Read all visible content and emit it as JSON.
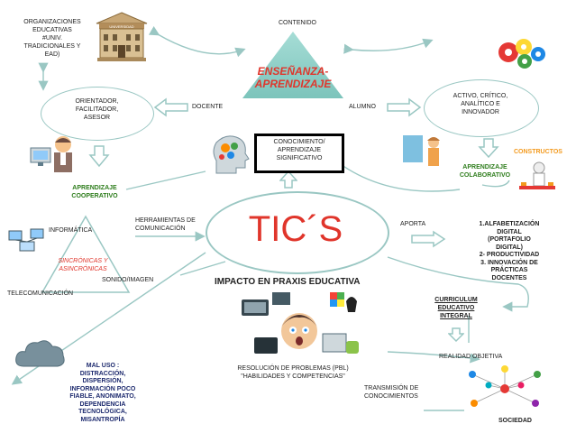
{
  "center": {
    "title": "TIC´S"
  },
  "top": {
    "contenido": "CONTENIDO",
    "ensenanza_l1": "ENSEÑANZA-",
    "ensenanza_l2": "APRENDIZAJE",
    "docente": "DOCENTE",
    "alumno": "ALUMNO"
  },
  "org": {
    "lines": [
      "ORGANIZACIONES",
      "EDUCATIVAS",
      "#UNIV.",
      "TRADICIONALES Y",
      "EAD)"
    ],
    "building_sign": "UNIVERSIDAD"
  },
  "orientador": {
    "lines": [
      "ORIENTADOR,",
      "FACILITADOR,",
      "ASESOR"
    ]
  },
  "activo": {
    "lines": [
      "ACTIVO, CRÍTICO,",
      "ANALÍTICO E",
      "INNOVADOR"
    ]
  },
  "aprendizaje_coop": {
    "lines": [
      "APRENDIZAJE",
      "COOPERATIVO"
    ]
  },
  "aprendizaje_colab": {
    "lines": [
      "APRENDIZAJE",
      "COLABORATIVO"
    ]
  },
  "constructos": "CONSTRUCTOS",
  "conocimiento": {
    "lines": [
      "CONOCIMIENTO/",
      "APRENDIZAJE",
      "SIGNIFICATIVO"
    ]
  },
  "herramientas": {
    "lines": [
      "HERRAMIENTAS DE",
      "COMUNICACIÓN"
    ]
  },
  "informatica": "INFORMÁTICA",
  "sincronicas": {
    "lines": [
      "SINCRÓNICAS Y",
      "ASINCRÓNICAS"
    ]
  },
  "sonido": "SONIDO/IMAGEN",
  "telecom": "TELECOMUNICACIÓN",
  "aporta": "APORTA",
  "aportes": {
    "lines": [
      "1.ALFABETIZACIÓN",
      "DIGITAL",
      "(PORTAFOLIO",
      "DIGITAL)",
      "2- PRODUCTIVIDAD",
      "3. INNOVACIÓN DE",
      "PRÁCTICAS",
      "DOCENTES"
    ]
  },
  "impacto": "IMPACTO EN PRAXIS EDUCATIVA",
  "curriculum": {
    "lines": [
      "CURRICULUM",
      "EDUCATIVO",
      "INTEGRAL"
    ]
  },
  "realidad": "REALIDAD OBJETIVA",
  "mal_uso": {
    "lines": [
      "MAL USO :",
      "DISTRACCIÓN,",
      "DISPERSIÓN,",
      "INFORMACIÓN POCO",
      "FIABLE, ANONIMATO,",
      "DEPENDENCIA",
      "TECNOLÓGICA,",
      "MISANTROPÍA"
    ]
  },
  "resolucion": {
    "lines": [
      "RESOLUCIÓN DE PROBLEMAS (PBL)",
      "\"HABILIDADES Y COMPETENCIAS\""
    ]
  },
  "transmision": {
    "lines": [
      "TRANSMISIÓN DE",
      "CONOCIMIENTOS"
    ]
  },
  "sociedad": "SOCIEDAD",
  "colors": {
    "teal": "#9ac7c3",
    "triangle": "#8fd0c8",
    "red": "#e0352b",
    "green": "#2e7d1c",
    "navy": "#1d2a6e",
    "orange": "#f39a1e"
  }
}
